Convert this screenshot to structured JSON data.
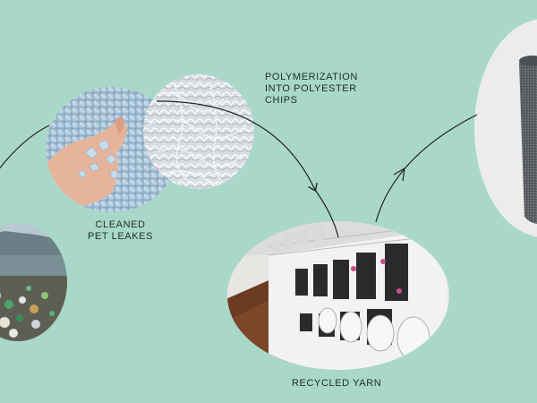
{
  "labels": {
    "polymerization": [
      "POLYMERIZATION",
      "INTO POLYESTER",
      "CHIPS"
    ],
    "cleaned": [
      "CLEANED",
      "PET LEAKES"
    ],
    "recycled": "RECYCLED YARN"
  },
  "photos": {
    "waste": "plastic-waste-shore-photo",
    "hand_flakes": "pet-flakes-in-hand-photo",
    "chips": "polyester-chips-photo",
    "yarn_machine": "yarn-spinning-machine-photo",
    "yarn_spool": "yarn-spool-photo"
  },
  "colors": {
    "background": "#a9d8c8",
    "arrow": "#222222"
  }
}
